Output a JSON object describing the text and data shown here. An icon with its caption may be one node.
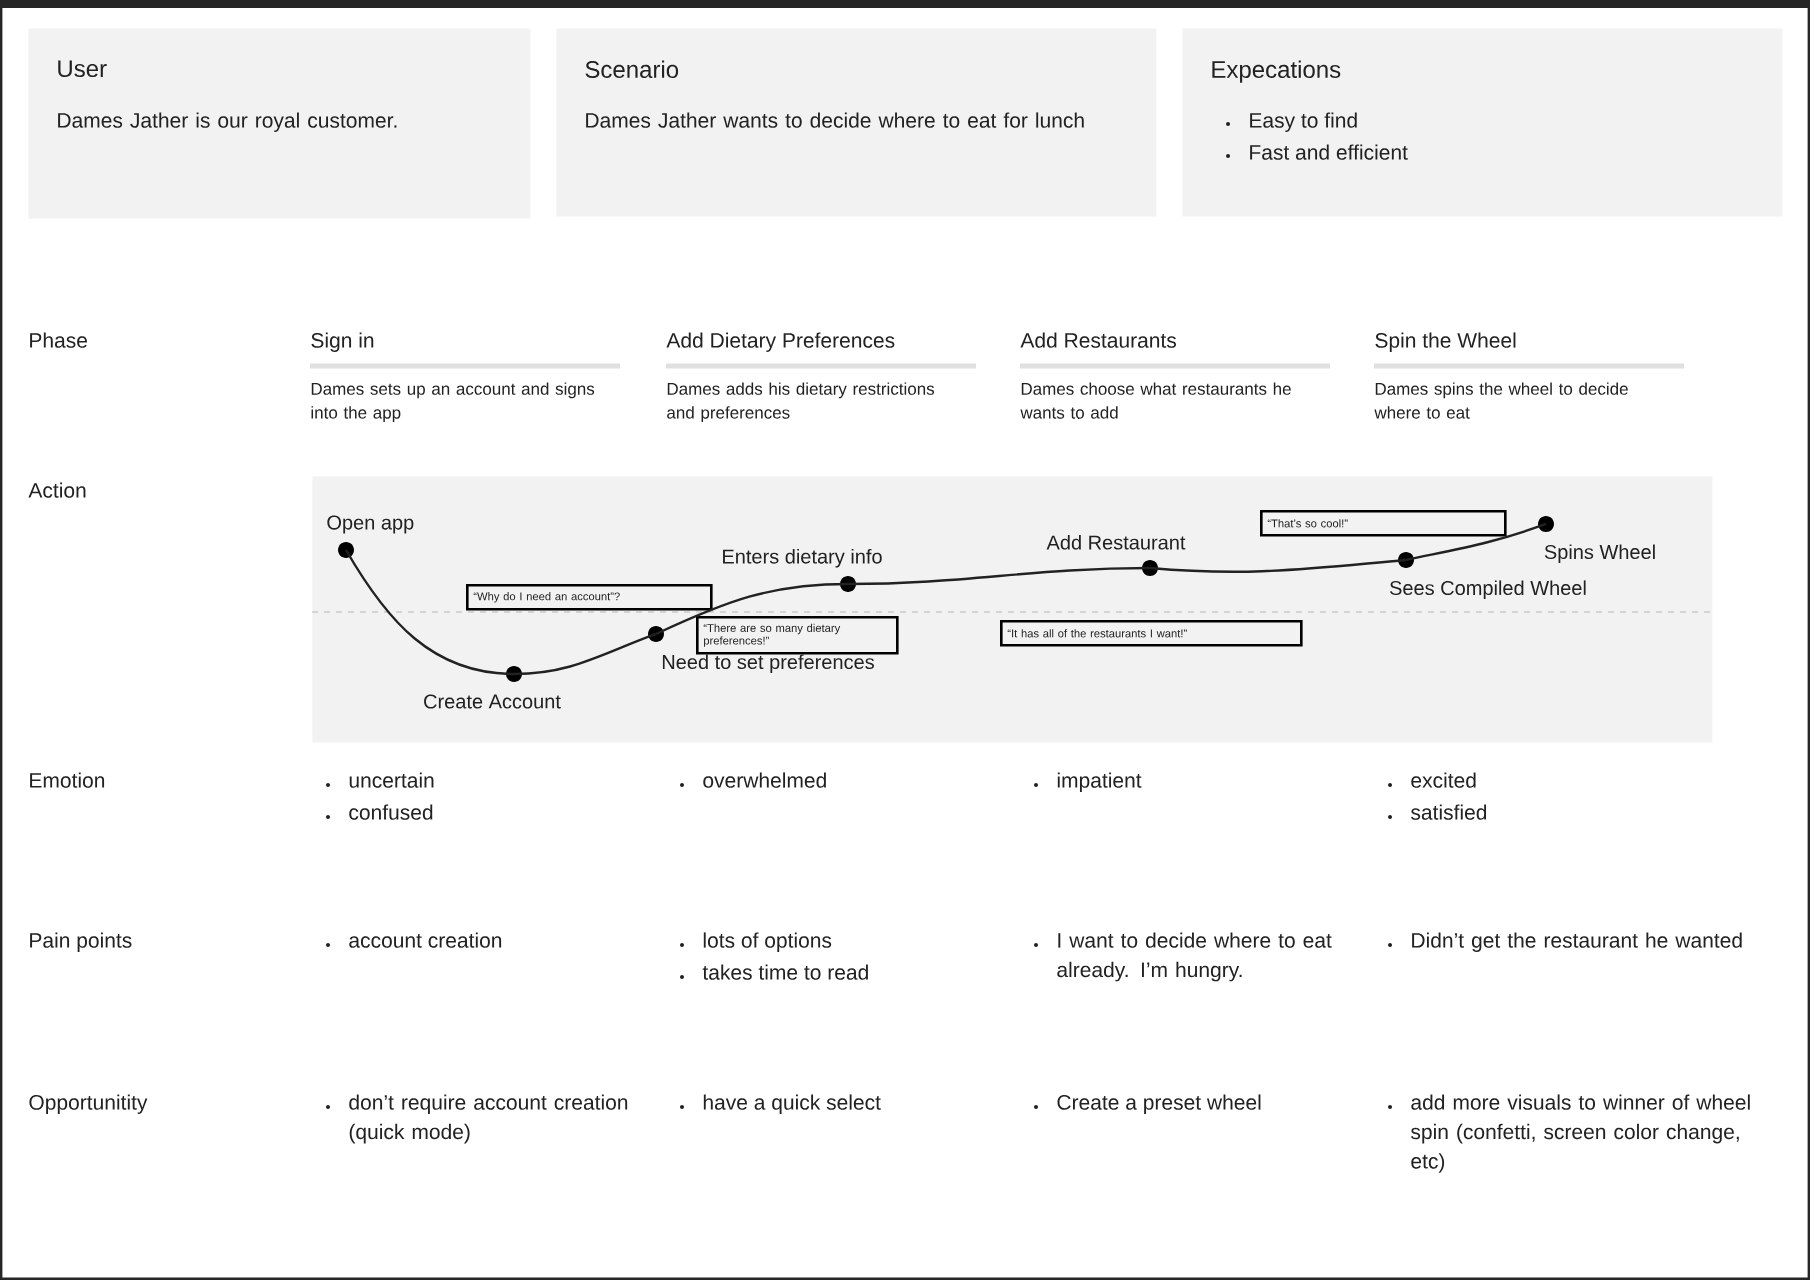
{
  "diagram": {
    "nodes": [
      {
        "text": [
          "User",
          "Dames Jather is our royal customer."
        ]
      },
      {
        "text": [
          "Scenario",
          "Dames Jather wants to decide where to eat for lunch"
        ]
      },
      {
        "text": [
          "Expecations",
          "Easy to find",
          "Fast and efficient"
        ]
      },
      {
        "text": [],
        "shape": "box"
      },
      {
        "text": [],
        "shape": "circle",
        "beside": [
          "Open app"
        ],
        "in": 3
      },
      {
        "text": [],
        "shape": "circle",
        "beside": [
          "Create Account"
        ],
        "in": 3
      },
      {
        "text": [
          "“Why do I need an account”?"
        ],
        "in": 3
      },
      {
        "text": [],
        "shape": "circle",
        "beside": [
          "Need to set preferences"
        ],
        "in": 3
      },
      {
        "text": [
          "“There are so many dietary preferences!”"
        ],
        "in": 3
      },
      {
        "text": [],
        "shape": "circle",
        "beside": [
          "Enters dietary info"
        ],
        "in": 3
      },
      {
        "text": [],
        "shape": "circle",
        "beside": [
          "Add Restaurant"
        ],
        "in": 3
      },
      {
        "text": [
          "“It has all of the restaurants I want!”"
        ],
        "in": 3
      },
      {
        "text": [
          "“That’s so cool!”"
        ],
        "in": 3
      },
      {
        "text": [],
        "shape": "circle",
        "beside": [
          "Sees Compiled Wheel"
        ],
        "in": 3
      },
      {
        "text": [],
        "shape": "circle",
        "beside": [
          "Spins Wheel"
        ],
        "in": 3
      }
    ],
    "edges": [
      {
        "from": 4,
        "to": 5,
        "arrow": "none"
      },
      {
        "from": 5,
        "to": 7,
        "arrow": "none"
      },
      {
        "from": 7,
        "to": 9,
        "arrow": "none"
      },
      {
        "from": 9,
        "to": 10,
        "arrow": "none"
      },
      {
        "from": 10,
        "to": 13,
        "arrow": "none"
      },
      {
        "from": 13,
        "to": 14,
        "arrow": "none"
      }
    ],
    "labels": [
      "Phase",
      "Sign in",
      "Add Dietary Preferences",
      "Add Restaurants",
      "Spin the Wheel",
      "Dames sets up an account and signs into the app",
      "Dames adds his dietary restrictions and preferences",
      "Dames choose what restaurants he wants to add",
      "Dames spins the wheel to decide where to eat",
      "Action",
      "Emotion",
      "uncertain",
      "confused",
      "overwhelmed",
      "impatient",
      "excited",
      "satisfied",
      "Pain points",
      "account creation",
      "lots of options",
      "takes time to read",
      "I want to decide where to eat already. I’m hungry.",
      "Didn’t get the restaurant he wanted",
      "Opportunitity",
      "don’t require account creation (quick mode)",
      "have a quick select",
      "Create a preset wheel",
      "add more visuals to winner of wheel spin (confetti, screen color change, etc)"
    ]
  }
}
